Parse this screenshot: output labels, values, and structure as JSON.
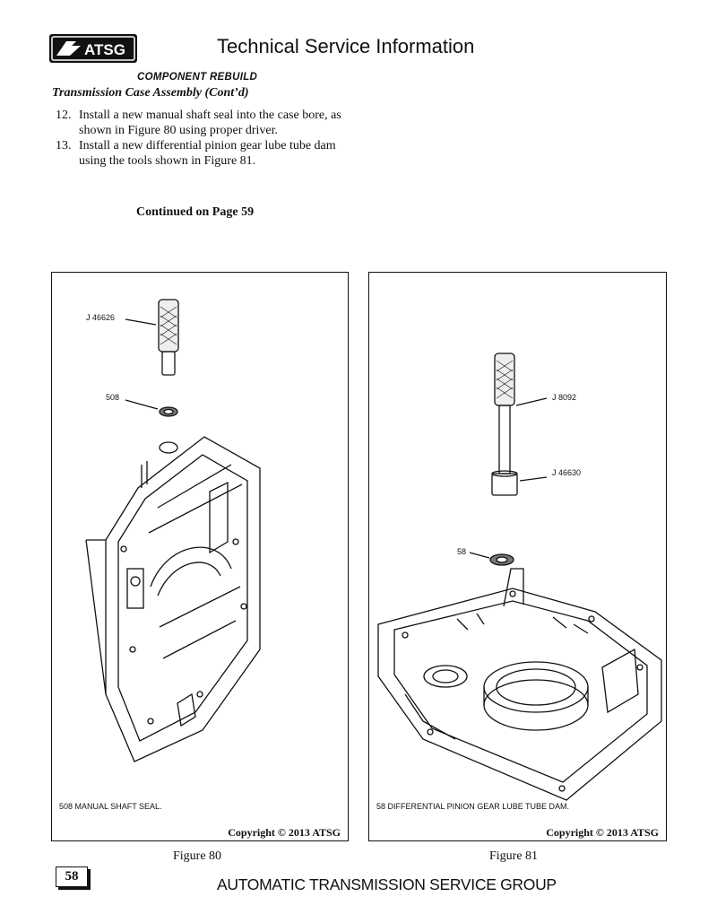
{
  "header": {
    "logo_text": "ATSG",
    "title": "Technical Service Information"
  },
  "section_title": "COMPONENT REBUILD",
  "subsection_title": "Transmission Case Assembly (Cont’d)",
  "steps": [
    {
      "number": "12.",
      "text": "Install a new manual shaft seal into the case bore, as shown in Figure 80 using proper driver."
    },
    {
      "number": "13.",
      "text": "Install a new differential pinion gear lube tube dam using the tools shown in Figure 81."
    }
  ],
  "continued": "Continued on Page 59",
  "figures": [
    {
      "label": "Figure 80",
      "callouts": [
        "J 46626",
        "508"
      ],
      "caption": "508  MANUAL SHAFT SEAL.",
      "copyright": "Copyright © 2013 ATSG"
    },
    {
      "label": "Figure 81",
      "callouts": [
        "J 8092",
        "J 46630",
        "58"
      ],
      "caption": "58  DIFFERENTIAL PINION GEAR LUBE TUBE DAM.",
      "copyright": "Copyright © 2013 ATSG"
    }
  ],
  "page_number": "58",
  "footer": "AUTOMATIC TRANSMISSION SERVICE GROUP"
}
